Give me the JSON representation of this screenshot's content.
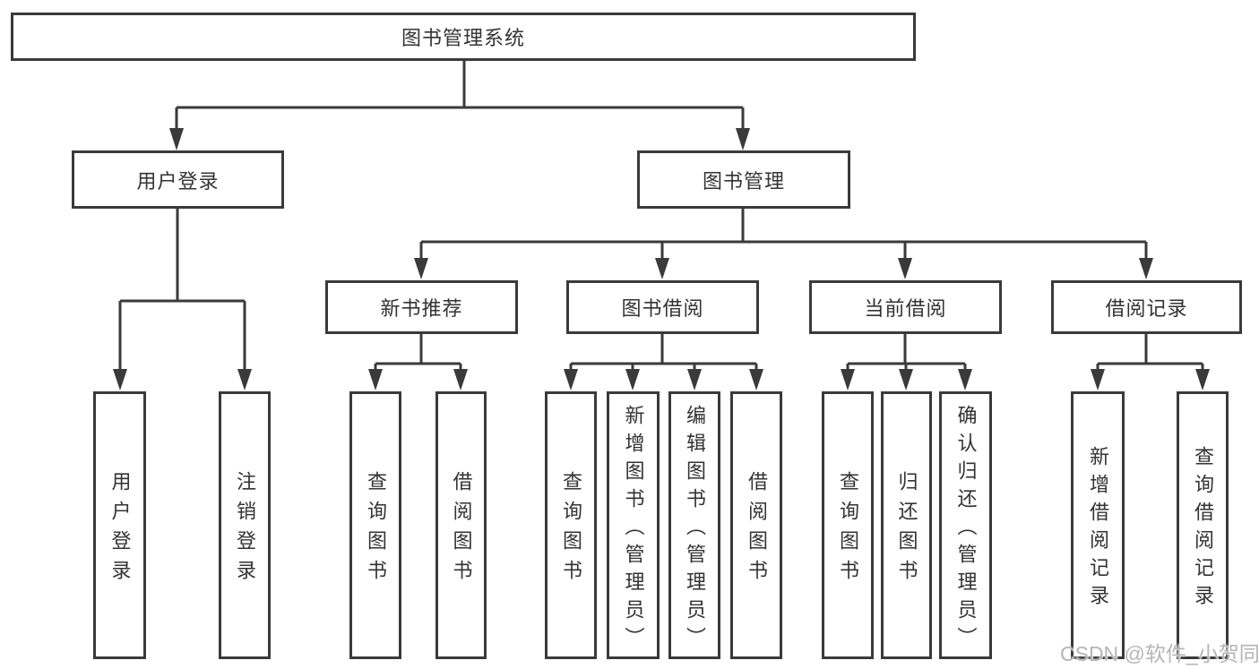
{
  "nodes": {
    "root": "图书管理系统",
    "user_login": "用户登录",
    "book_mgmt": "图书管理",
    "new_books": "新书推荐",
    "book_borrow": "图书借阅",
    "current_borrow": "当前借阅",
    "borrow_records": "借阅记录",
    "user_login_children": [
      "用户登录",
      "注销登录"
    ],
    "new_books_children": [
      "查询图书",
      "借阅图书"
    ],
    "book_borrow_children": [
      "查询图书",
      "新增图书（管理员）",
      "编辑图书（管理员）",
      "借阅图书"
    ],
    "current_borrow_children": [
      "查询图书",
      "归还图书",
      "确认归还（管理员）"
    ],
    "borrow_records_children": [
      "新增借阅记录",
      "查询借阅记录"
    ]
  },
  "watermark": "CSDN @软件_小贺同学",
  "colors": {
    "line": "#3a3a3a",
    "text": "#333333",
    "watermark": "#b5b5b5",
    "background": "#ffffff"
  }
}
